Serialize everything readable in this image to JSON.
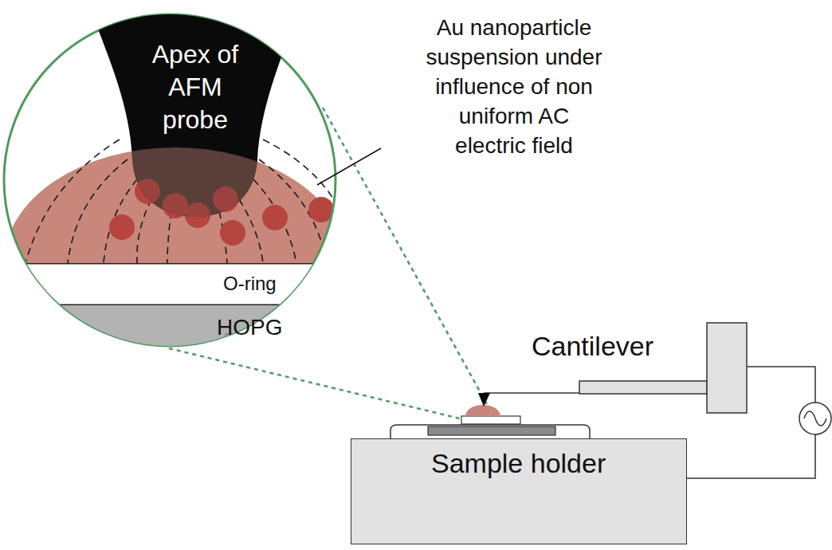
{
  "diagram": {
    "nodes": [
      {
        "text": [
          "Apex of AFM probe"
        ]
      },
      {
        "text": [
          "O-ring"
        ]
      },
      {
        "text": [
          "HOPG"
        ]
      },
      {
        "text": [
          "Sample holder"
        ]
      }
    ],
    "labels": [
      "Au nanoparticle suspension under influence of non uniform AC electric field",
      "Cantilever"
    ]
  }
}
